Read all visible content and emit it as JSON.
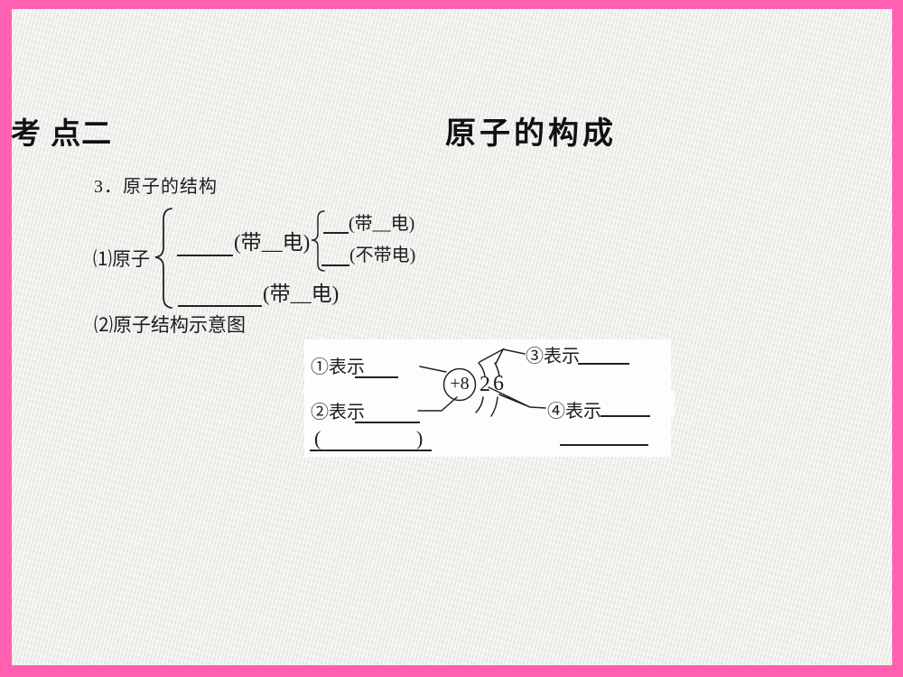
{
  "slide": {
    "header": {
      "left_label": "考 点二",
      "title": "原子的构成"
    },
    "section_a": {
      "heading": "3．原子的结构"
    },
    "outline": {
      "root_label": "⑴原子",
      "branch1_text": "(带__电)",
      "branch1_sub1_text": "(带__电)",
      "branch1_sub2_text": "(不带电)",
      "branch2_text": "(带__电)"
    },
    "section_b": {
      "heading": "⑵原子结构示意图"
    },
    "diagram": {
      "label1": "①表示",
      "label2": "②表示",
      "label3": "③表示",
      "label4": "④表示",
      "nucleus_charge": "+8",
      "shell1_electrons": "2",
      "shell2_electrons": "6",
      "paren_open": "(",
      "paren_close": ")"
    },
    "colors": {
      "border_pink": "#ff60b0",
      "paper": "#f1f1ee",
      "ink": "#1c1c1c",
      "box_white": "#fdfdfc"
    }
  }
}
